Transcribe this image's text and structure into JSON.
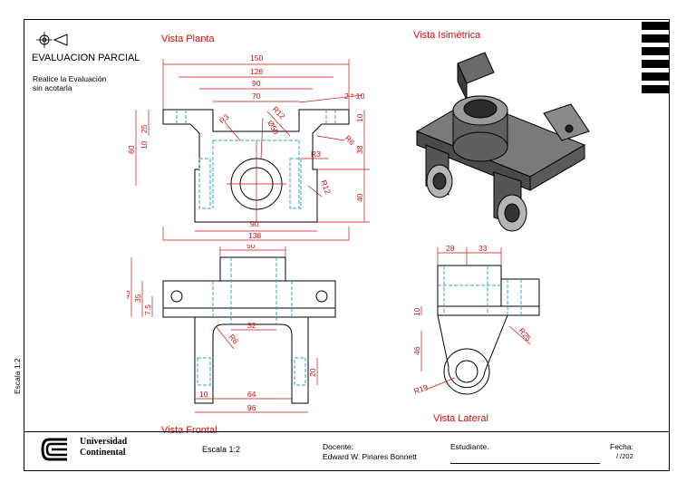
{
  "header": {
    "title": "EVALUACION PARCIAL",
    "instruction_line1": "Realice la Evaluación",
    "instruction_line2": "sin acotarla"
  },
  "views": {
    "planta": "Vista Planta",
    "isometrica": "Vista Isimétrica",
    "frontal": "Vista Frontal",
    "lateral": "Vista Lateral"
  },
  "side_label": "Escala 1:2",
  "footer": {
    "university_line1": "Universidad",
    "university_line2": "Continental",
    "scale": "Escala 1:2",
    "docente_label": "Docente:",
    "docente_name": "Edward W. Pinares Bonnett",
    "student_label": "Estudiante.",
    "date_label": "Fecha:",
    "date_value": "/    /202"
  },
  "dims_plan": {
    "d150": "150",
    "d126": "126",
    "d90": "90",
    "d70": "70",
    "d2x10": "2 * 10",
    "d25": "25",
    "d10a": "10",
    "d60": "60",
    "d10b": "10",
    "d38": "38",
    "d40": "40",
    "r3a": "R3",
    "dia50": "Ø50",
    "r12a": "R12",
    "r6a": "R6",
    "r3b": "R3",
    "r12b": "R12",
    "d90b": "90",
    "d138": "138"
  },
  "dims_front": {
    "d50": "50",
    "d45": "45",
    "d35": "35",
    "d75": "7.5",
    "d32": "32",
    "r6": "R6",
    "d20": "20",
    "d10": "10",
    "d64": "64",
    "d96": "96"
  },
  "dims_side": {
    "d28": "28",
    "d33": "33",
    "d10": "10",
    "d46": "46",
    "r25": "R25",
    "r19": "R19"
  },
  "colors": {
    "dimension": "#cc1111",
    "hidden": "#2aa7c8",
    "university_blue": "#000000"
  }
}
